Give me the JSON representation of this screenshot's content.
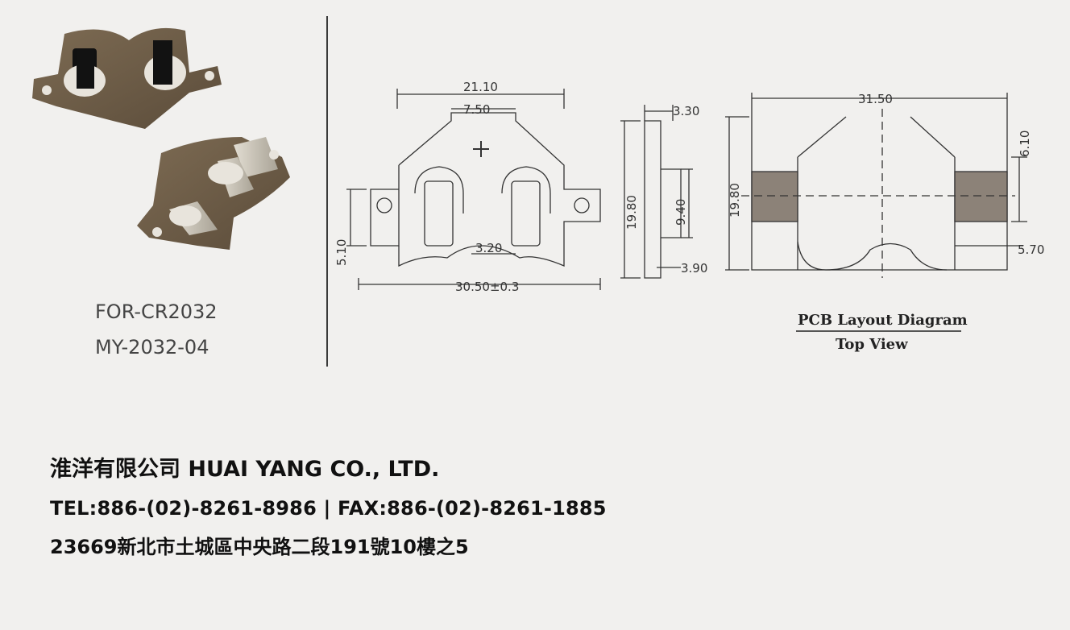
{
  "product": {
    "labels": [
      "FOR-CR2032",
      "MY-2032-04"
    ]
  },
  "drawing": {
    "front": {
      "dims": [
        "21.10",
        "7.50",
        "3.20",
        "5.10",
        "30.50±0.3"
      ]
    },
    "side": {
      "dims": [
        "3.30",
        "19.80",
        "9.40",
        "3.90"
      ]
    },
    "pcb": {
      "dims": [
        "31.50",
        "19.80",
        "6.10",
        "5.70"
      ],
      "caption_title": "PCB Layout Diagram",
      "caption_sub": "Top View"
    }
  },
  "company": {
    "name": "淮洋有限公司 HUAI YANG CO., LTD.",
    "contact": "TEL:886-(02)-8261-8986 | FAX:886-(02)-8261-1885",
    "address": "23669新北市土城區中央路二段191號10樓之5"
  },
  "colors": {
    "background": "#f1f0ee",
    "holder_body": "#6b5a45",
    "holder_contact": "#c9c4b8",
    "line": "#333333"
  }
}
